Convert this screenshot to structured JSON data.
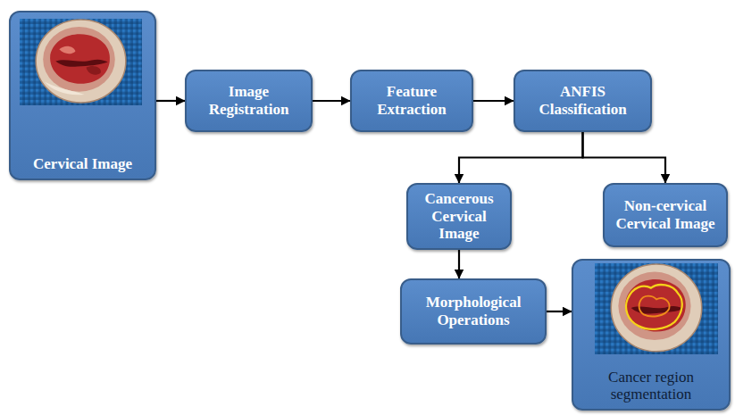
{
  "diagram": {
    "nodes": [
      {
        "text": [
          "Cervical Image"
        ]
      },
      {
        "text": [
          "Image Registration"
        ]
      },
      {
        "text": [
          "Feature Extraction"
        ]
      },
      {
        "text": [
          "ANFIS Classification"
        ]
      },
      {
        "text": [
          "Cancerous Cervical Image"
        ]
      },
      {
        "text": [
          "Non-cervical Cervical Image"
        ]
      },
      {
        "text": [
          "Morphological Operations"
        ]
      },
      {
        "text": [
          "Cancer region segmentation"
        ]
      }
    ],
    "edges": [
      {
        "from": 0,
        "to": 1,
        "arrow": "to"
      },
      {
        "from": 1,
        "to": 2,
        "arrow": "to"
      },
      {
        "from": 2,
        "to": 3,
        "arrow": "to"
      },
      {
        "from": 3,
        "to": 4,
        "arrow": "to"
      },
      {
        "from": 3,
        "to": 5,
        "arrow": "to"
      },
      {
        "from": 4,
        "to": 6,
        "arrow": "to"
      },
      {
        "from": 6,
        "to": 7,
        "arrow": "to"
      }
    ]
  }
}
